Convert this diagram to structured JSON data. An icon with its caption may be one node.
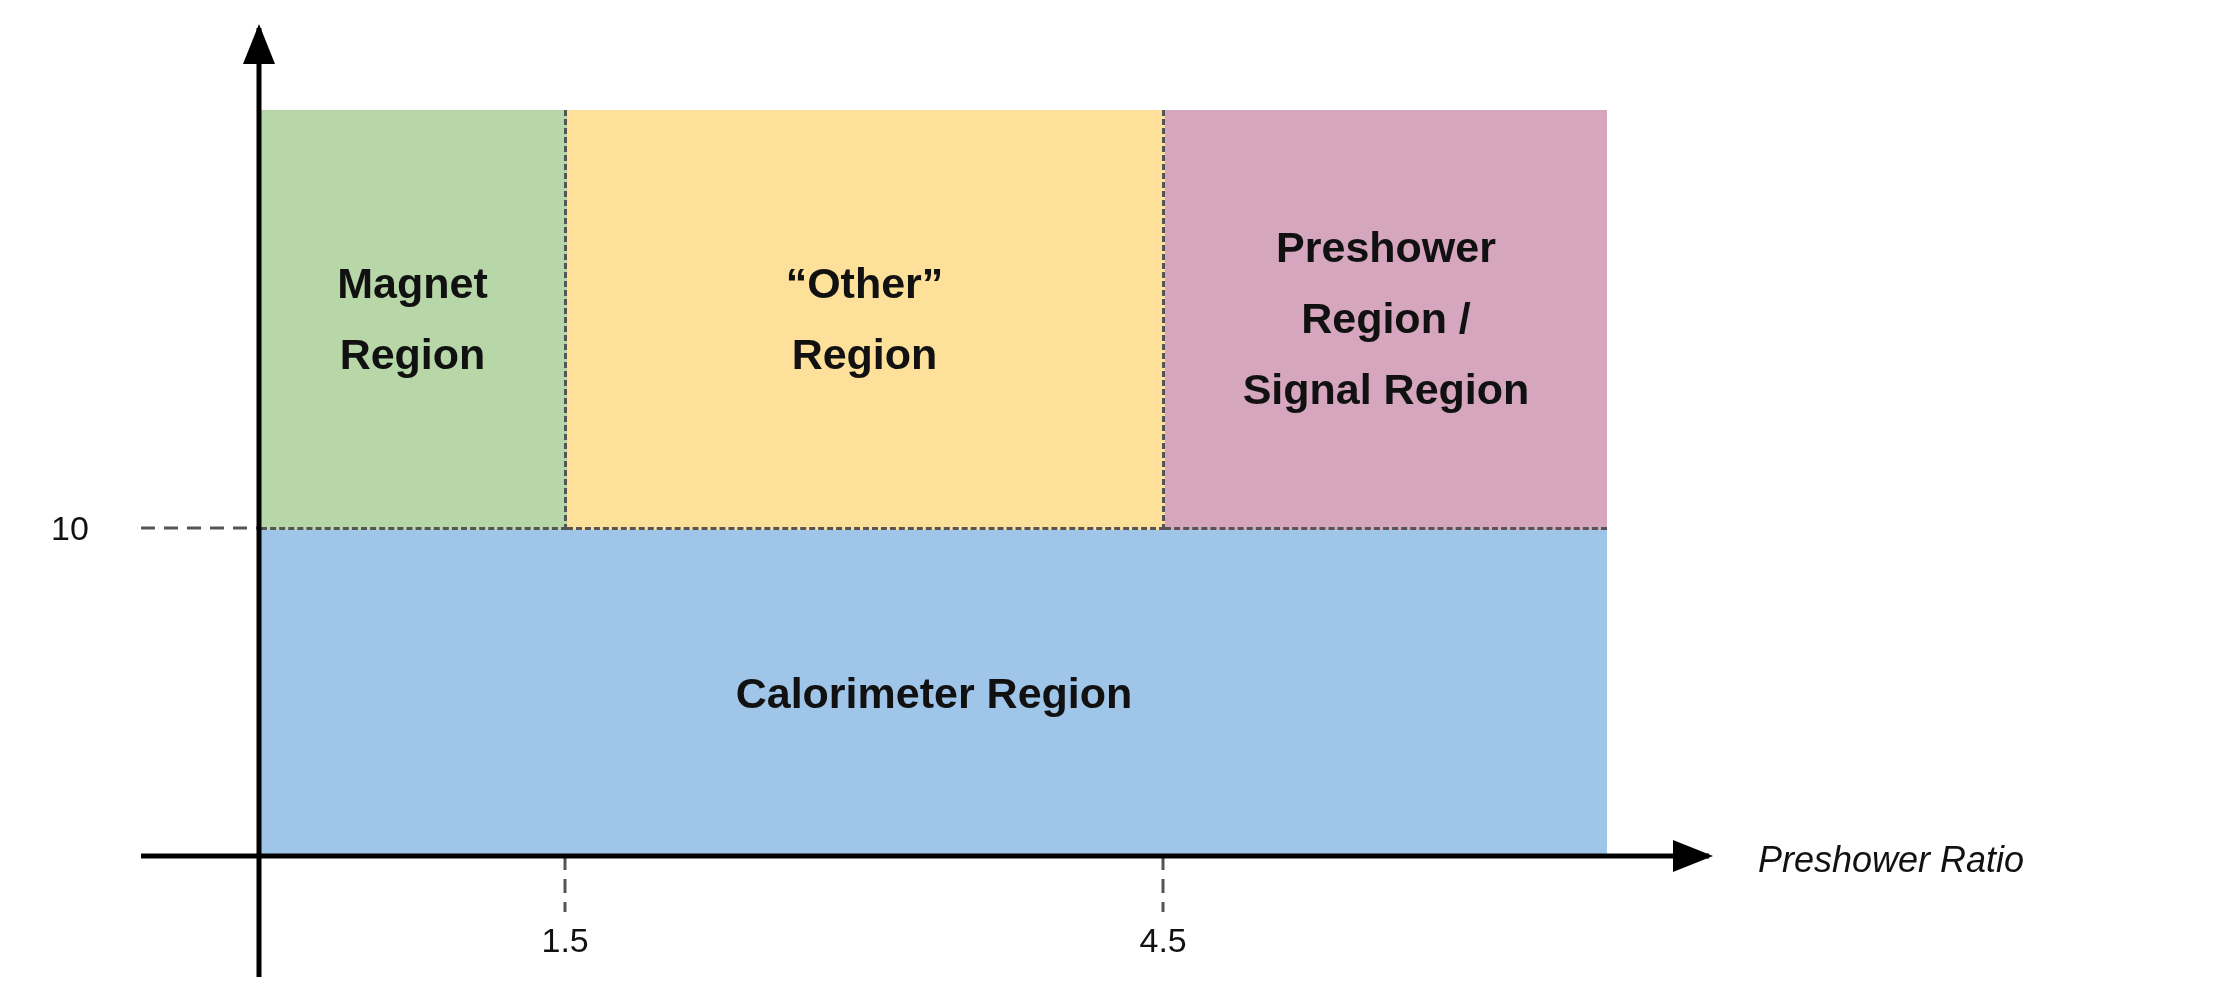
{
  "diagram": {
    "nodes": [
      {
        "text": [
          "Magnet Region"
        ]
      },
      {
        "text": [
          "“Other” Region"
        ]
      },
      {
        "text": [
          "Preshower Region / Signal Region"
        ]
      },
      {
        "text": [
          "Calorimeter Region"
        ]
      }
    ],
    "labels": [
      "10",
      "1.5",
      "4.5",
      "Preshower Ratio"
    ]
  }
}
